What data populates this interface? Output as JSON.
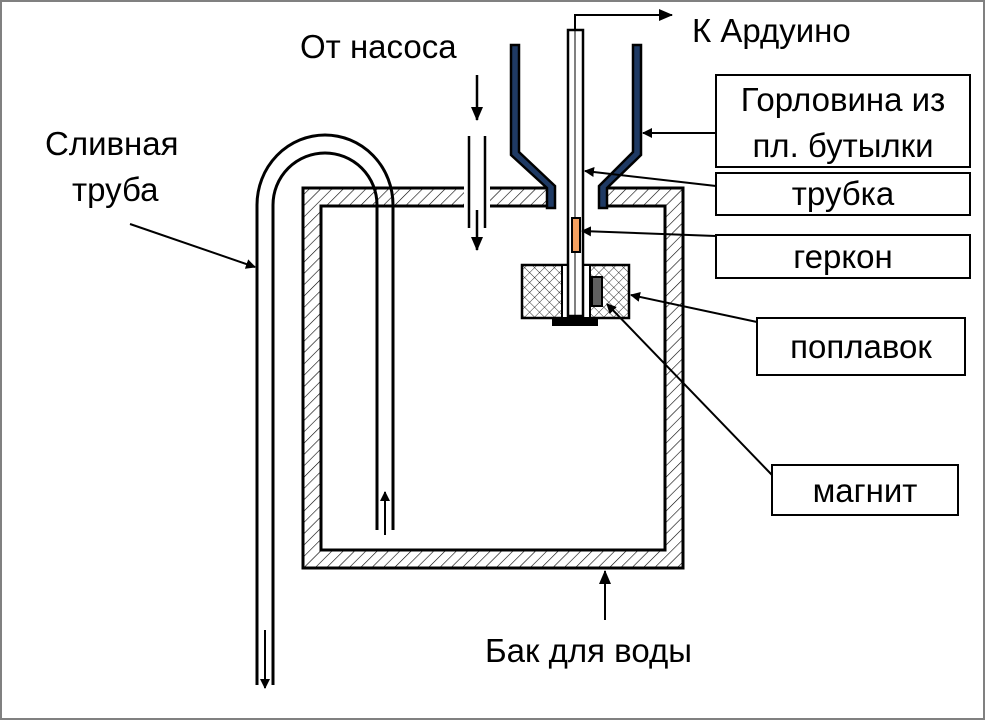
{
  "labels": {
    "to_arduino": "К Ардуино",
    "from_pump": "От насоса",
    "drain_line1": "Сливная",
    "drain_line2": "труба",
    "neck_line1": "Горловина из",
    "neck_line2": "пл. бутылки",
    "tube": "трубка",
    "reed_switch": "геркон",
    "float": "поплавок",
    "magnet": "магнит",
    "tank": "Бак для воды"
  },
  "colors": {
    "neck": "#1f3a64",
    "reed_switch": "#f4a060",
    "magnet": "#606060",
    "frame": "#808080"
  }
}
